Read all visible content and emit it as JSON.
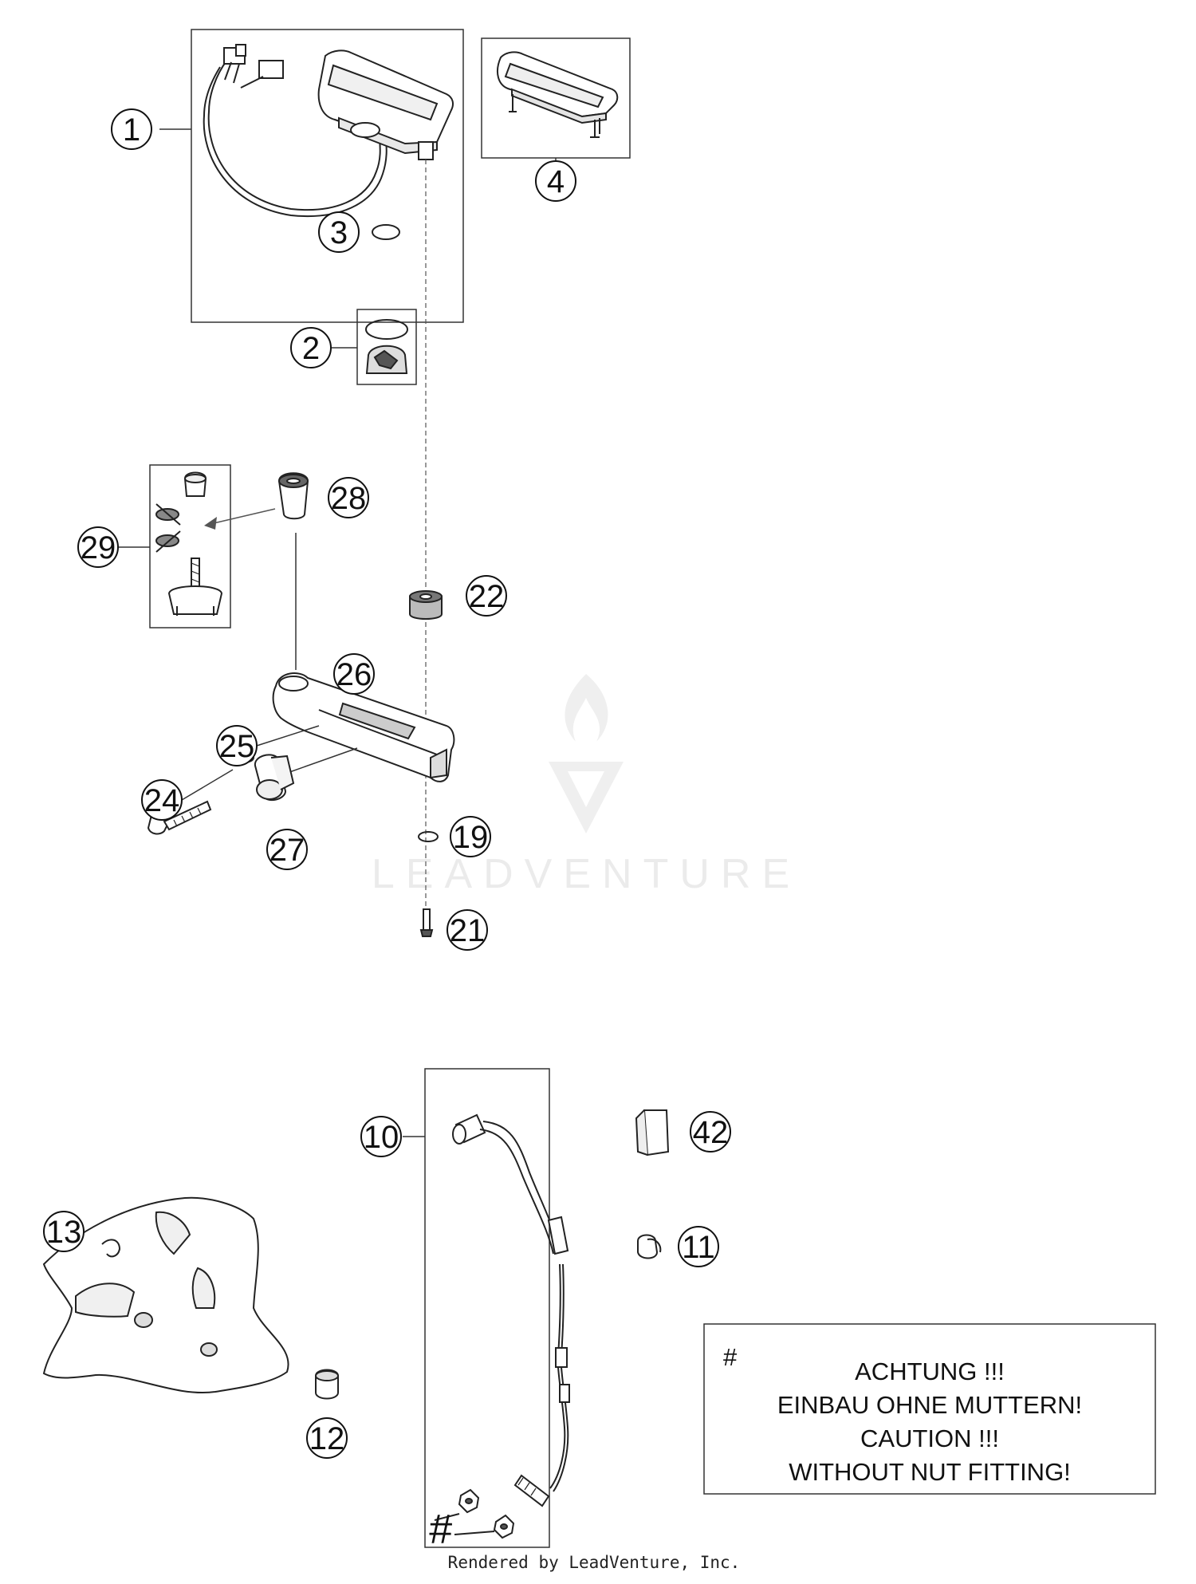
{
  "callouts": {
    "c1": "1",
    "c2": "2",
    "c3": "3",
    "c4": "4",
    "c10": "10",
    "c11": "11",
    "c12": "12",
    "c13": "13",
    "c19": "19",
    "c21": "21",
    "c22": "22",
    "c24": "24",
    "c25": "25",
    "c26": "26",
    "c27": "27",
    "c28": "28",
    "c29": "29",
    "c42": "42"
  },
  "notice": {
    "symbol": "#",
    "line1": "ACHTUNG !!!",
    "line2": "EINBAU OHNE MUTTERN!",
    "line3": "CAUTION !!!",
    "line4": "WITHOUT NUT FITTING!"
  },
  "nut_marker": "#",
  "watermark": "LEADVENTURE",
  "footer": "Rendered by LeadVenture, Inc."
}
